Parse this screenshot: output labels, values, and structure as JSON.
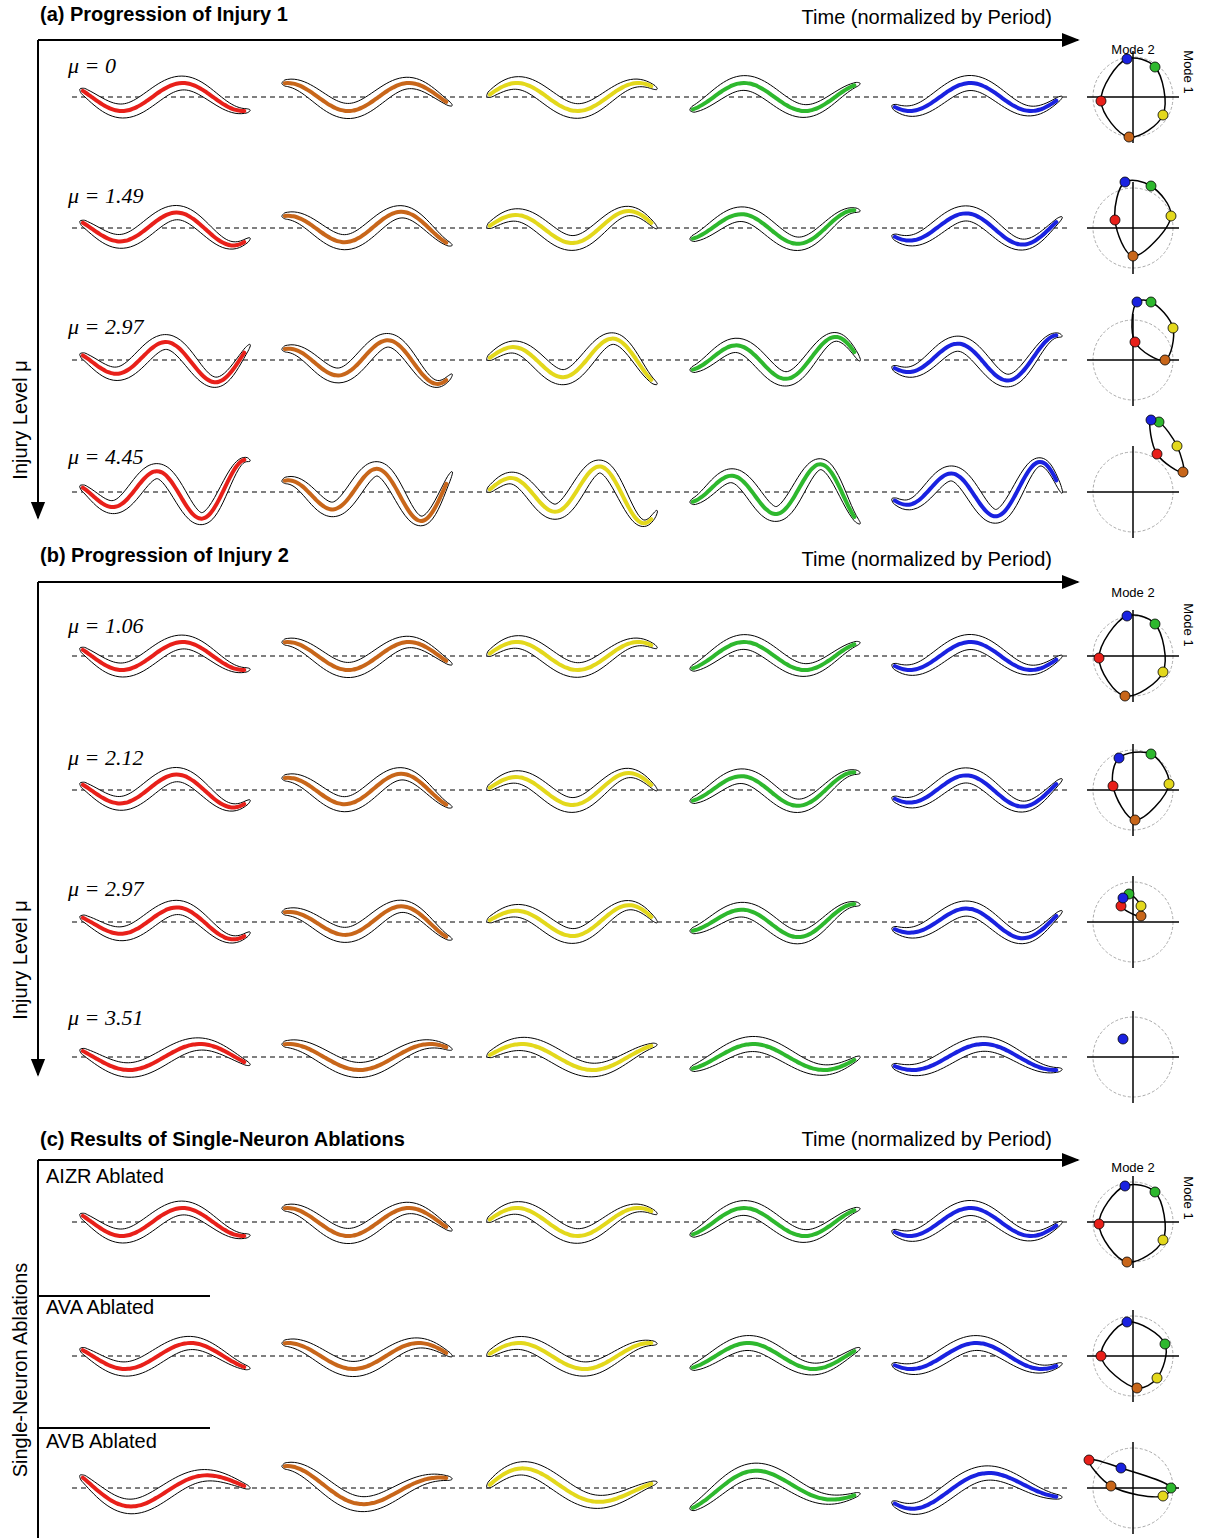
{
  "diagram": {
    "labels": [
      "(a) Progression of Injury 1",
      "Time (normalized by Period)",
      "Mode 2",
      "Mode 1",
      "μ = 0",
      "μ = 1.49",
      "μ = 2.97",
      "μ = 4.45",
      "Injury Level μ",
      "(b) Progression of Injury 2",
      "Time (normalized by Period)",
      "Mode 2",
      "Mode 1",
      "μ = 1.06",
      "μ = 2.12",
      "μ = 2.97",
      "μ = 3.51",
      "Injury Level μ",
      "(c) Results of Single-Neuron Ablations",
      "Time (normalized by Period)",
      "Mode 2",
      "Mode 1",
      "AIZR Ablated",
      "AVA Ablated",
      "AVB Ablated",
      "Single-Neuron Ablations"
    ]
  }
}
